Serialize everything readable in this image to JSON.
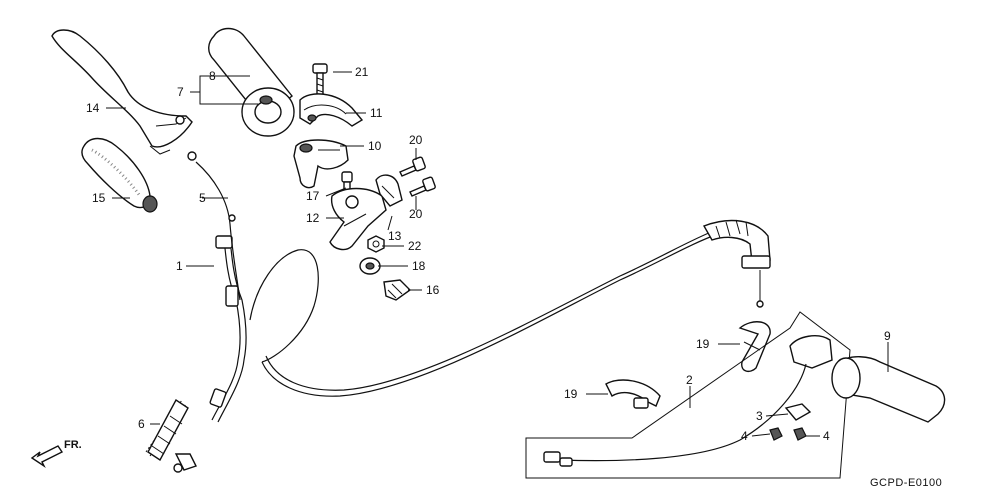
{
  "diagram": {
    "drawing_code": "GCPD-E0100",
    "direction_label": "FR.",
    "callouts": [
      {
        "id": "c1",
        "text": "1"
      },
      {
        "id": "c2",
        "text": "2"
      },
      {
        "id": "c3",
        "text": "3"
      },
      {
        "id": "c4a",
        "text": "4"
      },
      {
        "id": "c4b",
        "text": "4"
      },
      {
        "id": "c5",
        "text": "5"
      },
      {
        "id": "c6",
        "text": "6"
      },
      {
        "id": "c7",
        "text": "7"
      },
      {
        "id": "c8",
        "text": "8"
      },
      {
        "id": "c9",
        "text": "9"
      },
      {
        "id": "c10",
        "text": "10"
      },
      {
        "id": "c11",
        "text": "11"
      },
      {
        "id": "c12",
        "text": "12"
      },
      {
        "id": "c13",
        "text": "13"
      },
      {
        "id": "c14",
        "text": "14"
      },
      {
        "id": "c15",
        "text": "15"
      },
      {
        "id": "c16",
        "text": "16"
      },
      {
        "id": "c17",
        "text": "17"
      },
      {
        "id": "c18",
        "text": "18"
      },
      {
        "id": "c19a",
        "text": "19"
      },
      {
        "id": "c19b",
        "text": "19"
      },
      {
        "id": "c20a",
        "text": "20"
      },
      {
        "id": "c20b",
        "text": "20"
      },
      {
        "id": "c21",
        "text": "21"
      },
      {
        "id": "c22",
        "text": "22"
      }
    ]
  }
}
